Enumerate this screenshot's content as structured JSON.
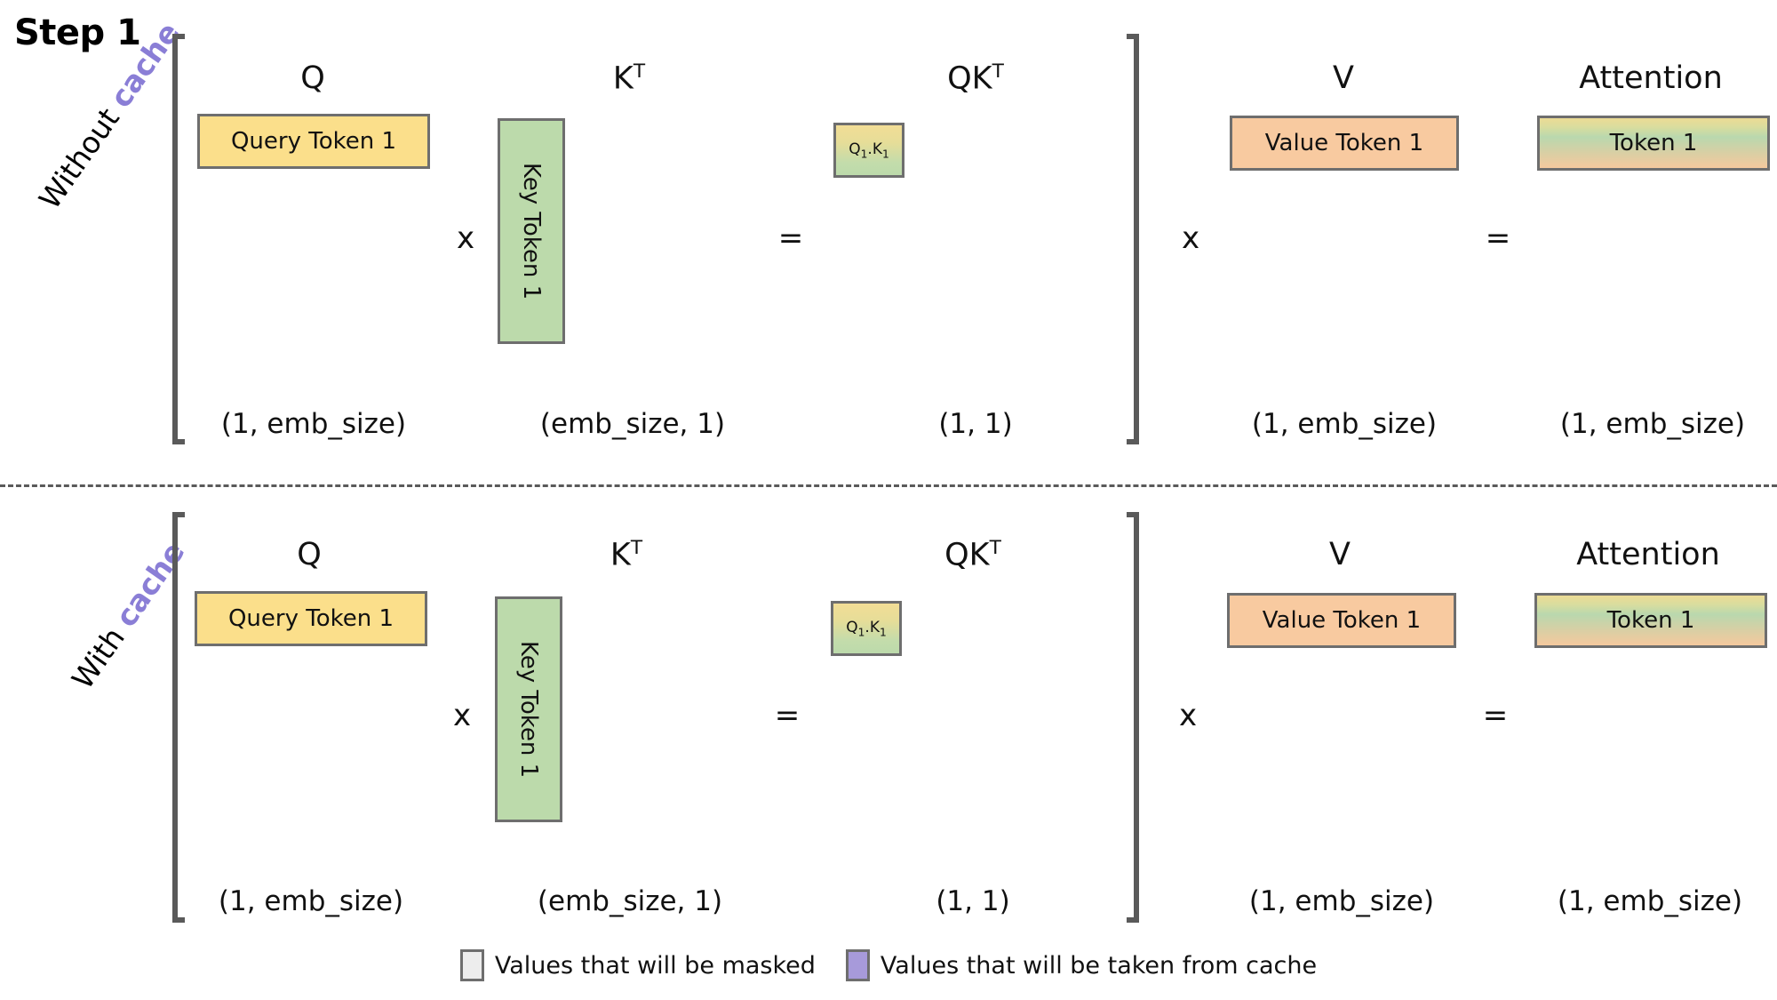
{
  "title": "Step 1",
  "rows": [
    {
      "id": "without-cache",
      "label_plain": "Without",
      "label_accent": "cache",
      "headers": {
        "q": "Q",
        "kt_base": "K",
        "kt_sup": "T",
        "qkt_base": "QK",
        "qkt_sup": "T",
        "v": "V",
        "attention": "Attention"
      },
      "boxes": {
        "query": "Query Token 1",
        "key": "Key Token 1",
        "qk_base_1": "Q",
        "qk_sub_1": "1",
        "qk_dot": ".",
        "qk_base_2": "K",
        "qk_sub_2": "1",
        "value": "Value Token 1",
        "attention": "Token 1"
      },
      "operators": {
        "mul_1": "x",
        "eq_1": "=",
        "mul_2": "x",
        "eq_2": "="
      },
      "shapes": {
        "q": "(1, emb_size)",
        "kt": "(emb_size, 1)",
        "qkt": "(1, 1)",
        "v": "(1, emb_size)",
        "attention": "(1, emb_size)"
      }
    },
    {
      "id": "with-cache",
      "label_plain": "With",
      "label_accent": "cache",
      "headers": {
        "q": "Q",
        "kt_base": "K",
        "kt_sup": "T",
        "qkt_base": "QK",
        "qkt_sup": "T",
        "v": "V",
        "attention": "Attention"
      },
      "boxes": {
        "query": "Query Token 1",
        "key": "Key Token 1",
        "qk_base_1": "Q",
        "qk_sub_1": "1",
        "qk_dot": ".",
        "qk_base_2": "K",
        "qk_sub_2": "1",
        "value": "Value Token 1",
        "attention": "Token 1"
      },
      "operators": {
        "mul_1": "x",
        "eq_1": "=",
        "mul_2": "x",
        "eq_2": "="
      },
      "shapes": {
        "q": "(1, emb_size)",
        "kt": "(emb_size, 1)",
        "qkt": "(1, 1)",
        "v": "(1, emb_size)",
        "attention": "(1, emb_size)"
      }
    }
  ],
  "legend": [
    {
      "id": "masked",
      "color": "#ededed",
      "text": "Values that will be masked"
    },
    {
      "id": "cache",
      "color": "#a79ada",
      "text": "Values that will be taken from cache"
    }
  ],
  "colors": {
    "query_yellow": "#fbdf8b",
    "key_green": "#bcdaab",
    "value_orange": "#f8caa0",
    "accent_purple": "#8a7ed6",
    "stroke_gray": "#6e6e6e"
  }
}
